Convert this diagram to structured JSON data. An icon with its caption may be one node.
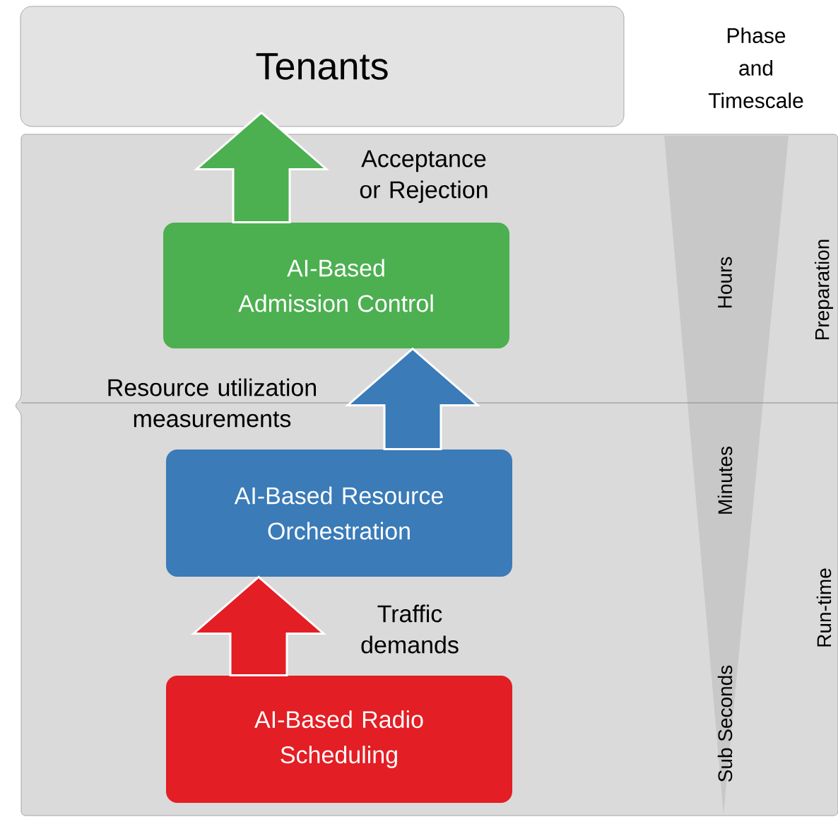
{
  "diagram": {
    "nodes": [
      {
        "text": [
          "Tenants"
        ]
      },
      {
        "text": [
          "AI-Based Admission Control"
        ]
      },
      {
        "text": [
          "AI-Based Resource Orchestration"
        ]
      },
      {
        "text": [
          "AI-Based Radio Scheduling"
        ]
      }
    ],
    "edges": [
      {
        "from": 3,
        "to": 2,
        "arrow": "to",
        "label": "Traffic demands",
        "color": "#e31e24"
      },
      {
        "from": 2,
        "to": 1,
        "arrow": "to",
        "label": "Resource utilization measurements",
        "color": "#3a7bb8"
      },
      {
        "from": 1,
        "to": 0,
        "arrow": "to",
        "label": "Acceptance or Rejection",
        "color": "#4caf50"
      }
    ],
    "labels": [
      "Phase and Timescale",
      "Hours",
      "Preparation",
      "Minutes",
      "Run-time",
      "Sub Seconds"
    ]
  }
}
